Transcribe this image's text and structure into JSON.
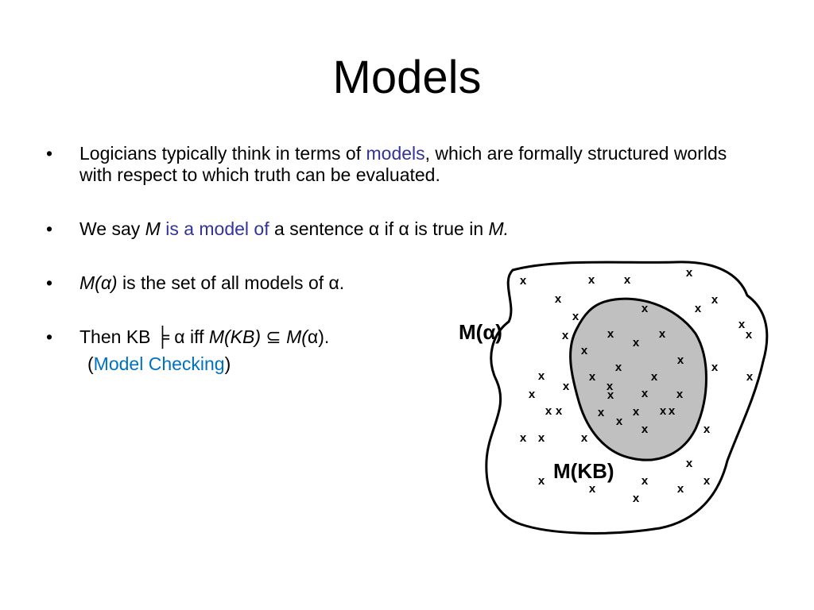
{
  "slide": {
    "title": "Models",
    "bullet_char": "•",
    "b1": {
      "pre": "Logicians typically think in terms of ",
      "hl": "models",
      "post": ", which are formally structured worlds with respect to which truth can be evaluated."
    },
    "b2": {
      "pre": "We say ",
      "m": "M",
      "hl": " is a model of",
      "mid": " a sentence α if α is true in ",
      "m2": "M."
    },
    "b3": {
      "m": "M(α)",
      "post": " is the set of all models of α."
    },
    "b4": {
      "pre": "Then KB ",
      "entails": "╞",
      "mid": " α iff ",
      "mkb": "M(KB)",
      "subset": " ⊆ ",
      "ma": "M(",
      "alpha": "α",
      "post": ")."
    },
    "sub": {
      "open": "(",
      "link": "Model Checking",
      "close": ")"
    }
  },
  "diagram": {
    "label_alpha": "M(α)",
    "label_kb": "M(KB)",
    "point_mark": "x",
    "colors": {
      "kb_fill": "#c0c0c0",
      "highlight": "#333399",
      "link": "#0070c0"
    }
  }
}
